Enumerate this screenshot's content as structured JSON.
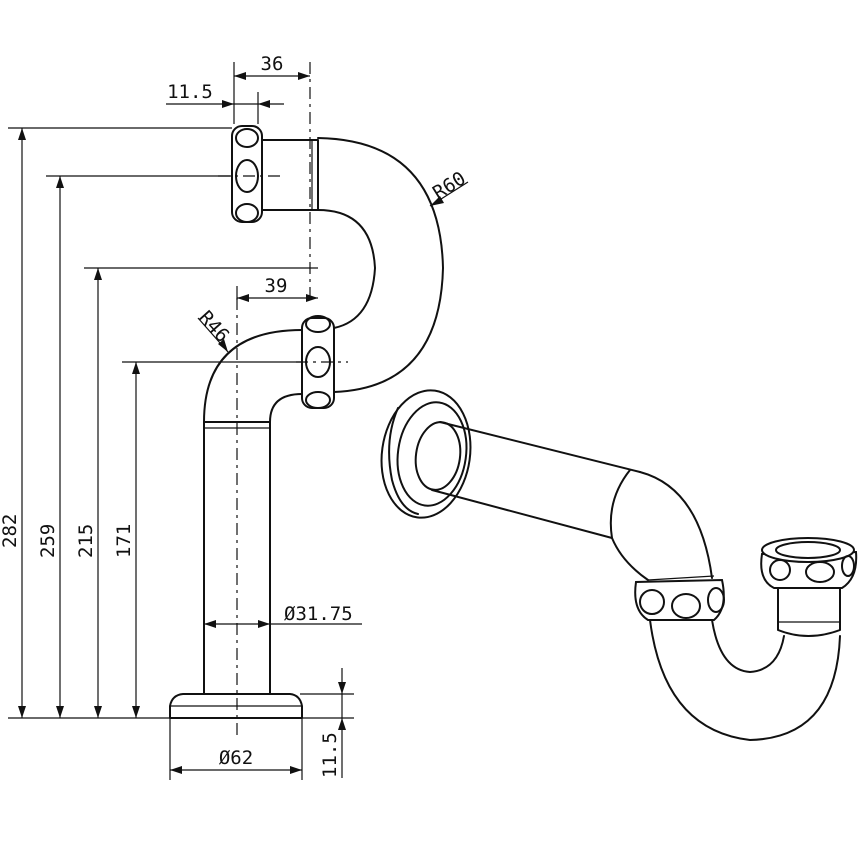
{
  "dimensions": {
    "width_36": "36",
    "offset_11_5_top": "11.5",
    "radius_60": "R60",
    "width_39": "39",
    "radius_46": "R46",
    "height_282": "282",
    "height_259": "259",
    "height_215": "215",
    "height_171": "171",
    "pipe_diameter": "Ø31.75",
    "flange_diameter": "Ø62",
    "flange_height": "11.5"
  }
}
